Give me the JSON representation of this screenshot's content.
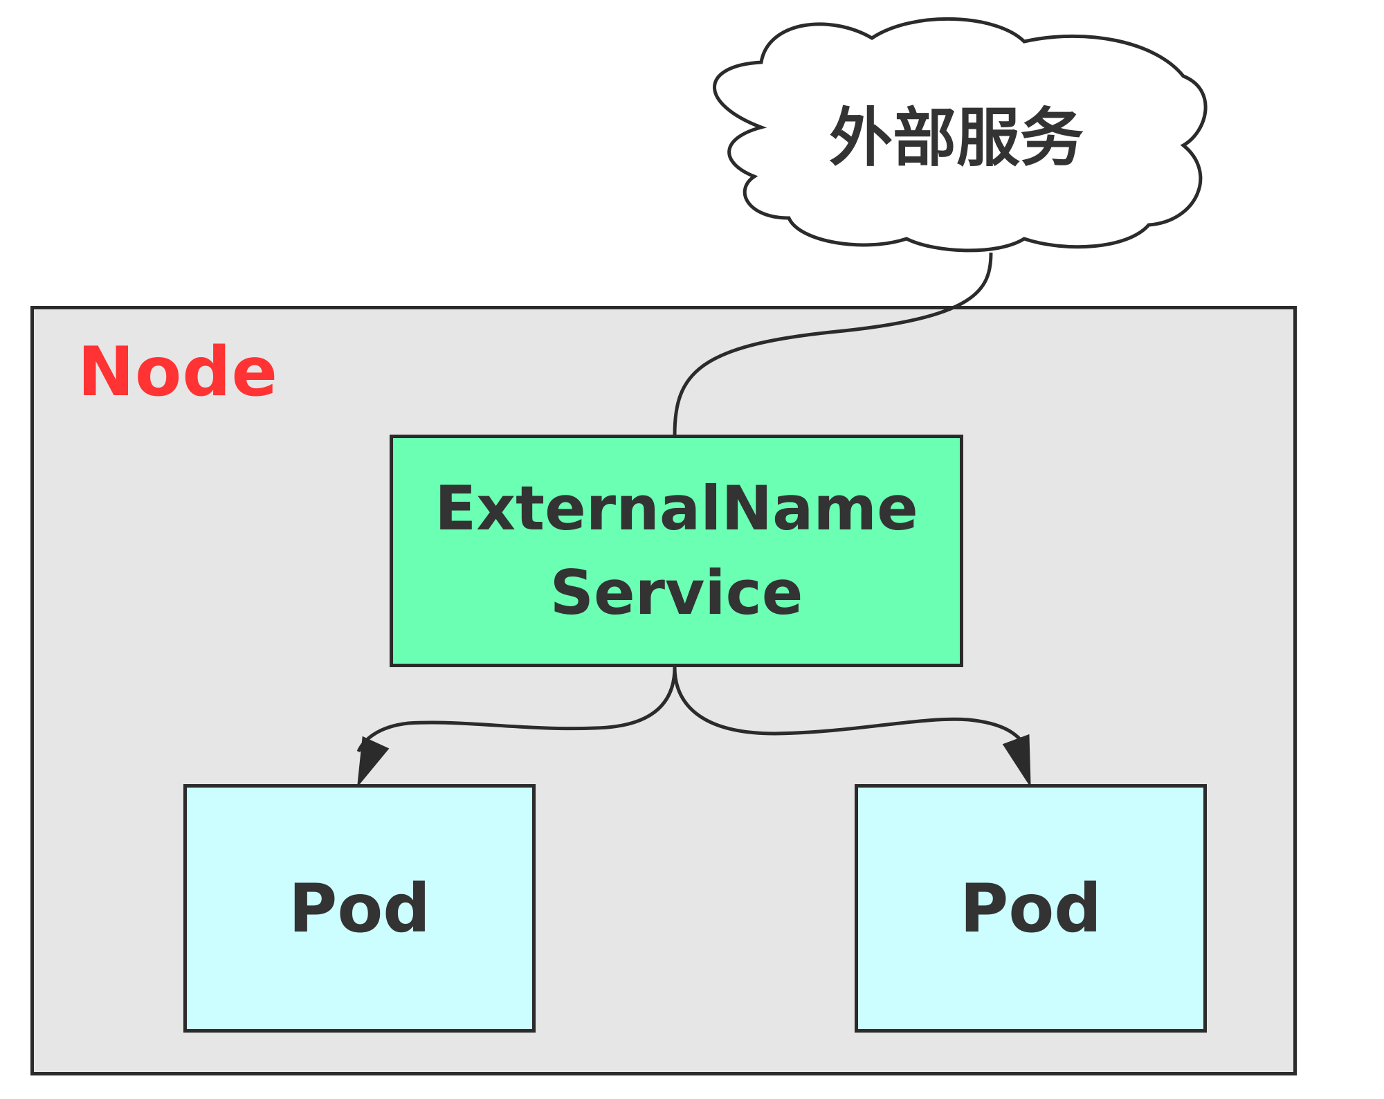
{
  "diagram": {
    "node_label": "Node",
    "service_label_line1": "ExternalName",
    "service_label_line2": "Service",
    "pod_left_label": "Pod",
    "pod_right_label": "Pod",
    "external_label": "外部服务"
  },
  "colors": {
    "node_label": "#ff3333",
    "node_fill": "#e6e6e6",
    "service_fill": "#6bffb3",
    "pod_fill": "#ccfdff",
    "stroke": "#2b2b2b",
    "text": "#333333"
  }
}
